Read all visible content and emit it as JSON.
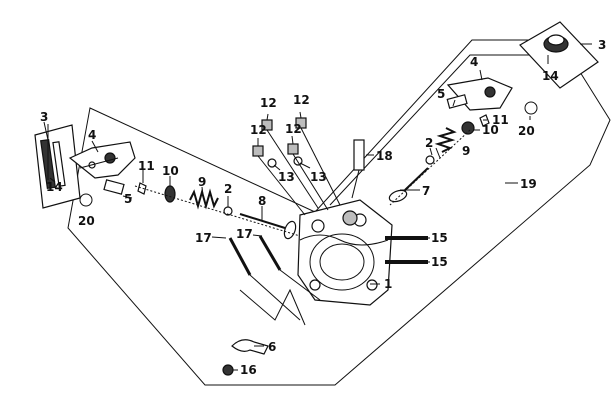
{
  "callouts": [
    {
      "id": "c3a",
      "text": "3"
    },
    {
      "id": "c3b",
      "text": "3"
    },
    {
      "id": "c4a",
      "text": "4"
    },
    {
      "id": "c4b",
      "text": "4"
    },
    {
      "id": "c14a",
      "text": "14"
    },
    {
      "id": "c14b",
      "text": "14"
    },
    {
      "id": "c5a",
      "text": "5"
    },
    {
      "id": "c5b",
      "text": "5"
    },
    {
      "id": "c20a",
      "text": "20"
    },
    {
      "id": "c20b",
      "text": "20"
    },
    {
      "id": "c11a",
      "text": "11"
    },
    {
      "id": "c11b",
      "text": "11"
    },
    {
      "id": "c10a",
      "text": "10"
    },
    {
      "id": "c10b",
      "text": "10"
    },
    {
      "id": "c9a",
      "text": "9"
    },
    {
      "id": "c9b",
      "text": "9"
    },
    {
      "id": "c2a",
      "text": "2"
    },
    {
      "id": "c2b",
      "text": "2"
    },
    {
      "id": "c8",
      "text": "8"
    },
    {
      "id": "c7",
      "text": "7"
    },
    {
      "id": "c12a",
      "text": "12"
    },
    {
      "id": "c12b",
      "text": "12"
    },
    {
      "id": "c12c",
      "text": "12"
    },
    {
      "id": "c12d",
      "text": "12"
    },
    {
      "id": "c13a",
      "text": "13"
    },
    {
      "id": "c13b",
      "text": "13"
    },
    {
      "id": "c18",
      "text": "18"
    },
    {
      "id": "c19",
      "text": "19"
    },
    {
      "id": "c15a",
      "text": "15"
    },
    {
      "id": "c15b",
      "text": "15"
    },
    {
      "id": "c17a",
      "text": "17"
    },
    {
      "id": "c17b",
      "text": "17"
    },
    {
      "id": "c1",
      "text": "1"
    },
    {
      "id": "c6",
      "text": "6"
    },
    {
      "id": "c16",
      "text": "16"
    }
  ]
}
